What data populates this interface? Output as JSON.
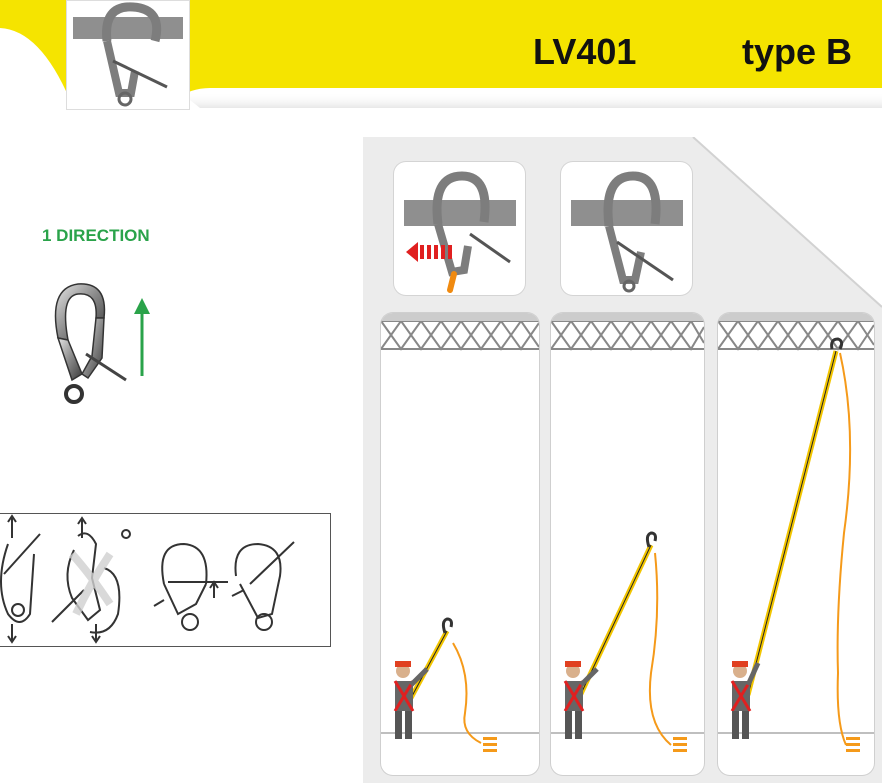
{
  "header": {
    "model": "LV401",
    "type": "type B"
  },
  "direction": {
    "label": "1 DIRECTION"
  },
  "colors": {
    "banner_yellow": "#f5e400",
    "accent_green": "#2aa34a",
    "hook_grey": "#8a8a8a",
    "bar_grey": "#9a9a9a",
    "pole_yellow": "#f2c500",
    "rope_orange": "#f59a1a",
    "arrow_red": "#e02020",
    "safety_orange": "#f08a10"
  },
  "icons": {
    "hook_thumbnail": "hook-on-beam-icon",
    "carabiner": "carabiner-icon",
    "direction_arrow": "arrow-up-icon",
    "open_hook_step": "hook-open-step-icon",
    "closed_hook_step": "hook-closed-step-icon",
    "worker": "worker-with-pole-icon"
  }
}
